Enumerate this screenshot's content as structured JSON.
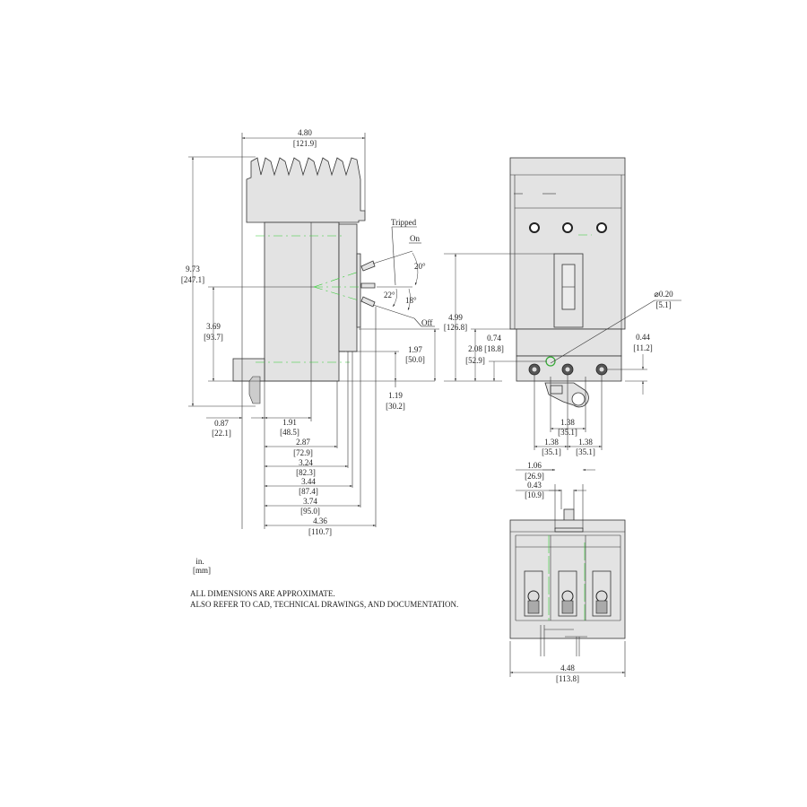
{
  "side_view": {
    "width": {
      "in": "4.80",
      "mm": "[121.9]"
    },
    "height": {
      "in": "9.73",
      "mm": "[247.1]"
    },
    "handle_height": {
      "in": "3.69",
      "mm": "[93.7]"
    },
    "handle_positions": {
      "tripped": "Tripped",
      "on": "On",
      "off": "Off",
      "angle_on": "20°",
      "angle_tripped": "22°",
      "angle_off": "18°"
    },
    "dim_1_97": {
      "in": "1.97",
      "mm": "[50.0]"
    },
    "dim_1_19": {
      "in": "1.19",
      "mm": "[30.2]"
    },
    "dim_0_87": {
      "in": "0.87",
      "mm": "[22.1]"
    },
    "depths": [
      {
        "in": "1.91",
        "mm": "[48.5]"
      },
      {
        "in": "2.87",
        "mm": "[72.9]"
      },
      {
        "in": "3.24",
        "mm": "[82.3]"
      },
      {
        "in": "3.44",
        "mm": "[87.4]"
      },
      {
        "in": "3.74",
        "mm": "[95.0]"
      },
      {
        "in": "4.36",
        "mm": "[110.7]"
      }
    ]
  },
  "front_view": {
    "hole_dia": {
      "in": "⌀0.20",
      "mm": "[5.1]"
    },
    "dim_4_99": {
      "in": "4.99",
      "mm": "[126.8]"
    },
    "dim_0_74": {
      "in": "0.74",
      "mm": "[18.8]"
    },
    "dim_2_08": {
      "in": "2.08",
      "mm": "[52.9]"
    },
    "dim_0_44": {
      "in": "0.44",
      "mm": "[11.2]"
    },
    "pitch_center": {
      "in": "1.38",
      "mm": "[35.1]"
    },
    "pitch_left": {
      "in": "1.38",
      "mm": "[35.1]"
    },
    "pitch_right": {
      "in": "1.38",
      "mm": "[35.1]"
    }
  },
  "bottom_view": {
    "dim_1_06": {
      "in": "1.06",
      "mm": "[26.9]"
    },
    "dim_0_43": {
      "in": "0.43",
      "mm": "[10.9]"
    },
    "width": {
      "in": "4.48",
      "mm": "[113.8]"
    }
  },
  "units": {
    "primary": "in.",
    "secondary": "[mm]"
  },
  "notes": [
    "ALL DIMENSIONS ARE APPROXIMATE.",
    "ALSO REFER TO CAD, TECHNICAL DRAWINGS, AND DOCUMENTATION."
  ],
  "colors": {
    "body_fill": "#e3e3e3",
    "centerline": "#33cc33",
    "line": "#333333"
  }
}
